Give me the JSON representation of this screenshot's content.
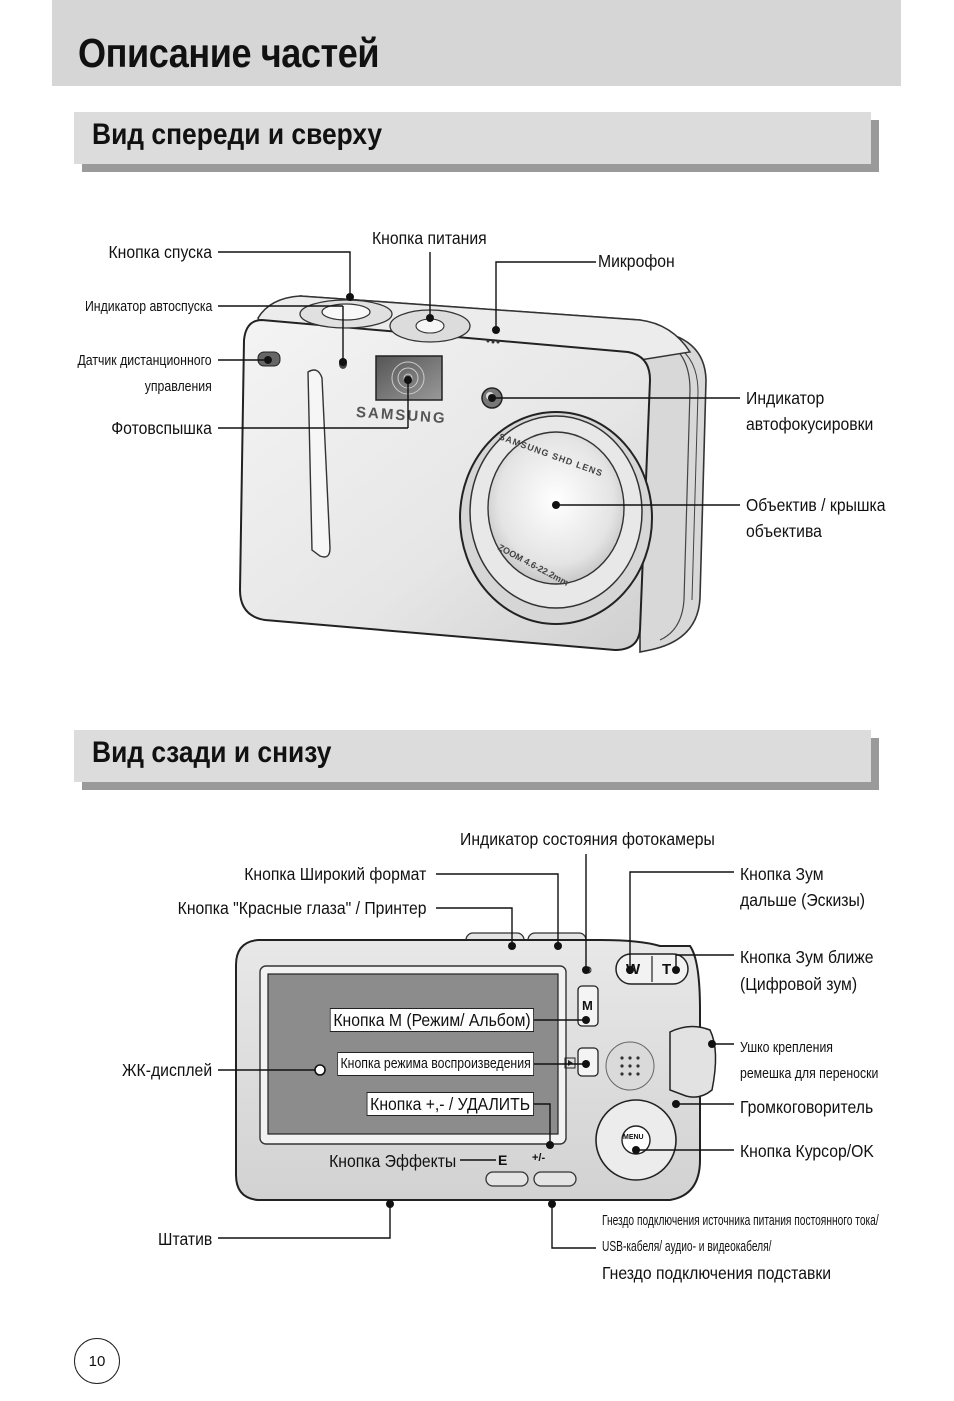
{
  "page_title": "Описание частей",
  "sections": {
    "front": "Вид спереди и сверху",
    "back": "Вид сзади и снизу"
  },
  "front_labels": {
    "shutter": "Кнопка спуска",
    "self_timer": "Индикатор автоспуска",
    "remote_sensor_1": "Датчик дистанционного",
    "remote_sensor_2": "управления",
    "flash": "Фотовспышка",
    "power": "Кнопка питания",
    "microphone": "Микрофон",
    "af_indicator_1": "Индикатор",
    "af_indicator_2": "автофокусировки",
    "lens_1": "Объектив / крышка",
    "lens_2": "объектива"
  },
  "front_camera_marks": {
    "brand": "SAMSUNG",
    "lens_text": "SAMSUNG SHD LENS",
    "zoom_text": "ZOOM 4.6-22.2mm"
  },
  "back_labels": {
    "status_indicator": "Индикатор состояния фотокамеры",
    "wide_format": "Кнопка Широкий формат",
    "red_eye": "Кнопка \"Красные глаза\" / Принтер",
    "zoom_w_1": "Кнопка Зум",
    "zoom_w_2": "дальше (Эскизы)",
    "zoom_t_1": "Кнопка Зум ближе",
    "zoom_t_2": "(Цифровой зум)",
    "mode_button": "Кнопка М (Режим/ Альбом)",
    "playback_button": "Кнопка режима воспроизведения",
    "lcd": "ЖК-дисплей",
    "plus_minus": "Кнопка +,- / УДАЛИТЬ",
    "strap_1": "Ушко крепления",
    "strap_2": "ремешка для переноски",
    "speaker": "Громкоговоритель",
    "effects": "Кнопка Эффекты",
    "cursor_ok": "Кнопка Курсор/OK",
    "tripod": "Штатив",
    "dc_in_1": "Гнездо подключения источника питания постоянного тока/",
    "dc_in_2": "USB-кабеля/ аудио- и видеокабеля/",
    "cradle": "Гнездо подключения подставки"
  },
  "back_camera_marks": {
    "w": "W",
    "t": "T",
    "m": "M",
    "menu": "MENU",
    "e": "E",
    "pm": "+/-"
  },
  "page_number": "10"
}
